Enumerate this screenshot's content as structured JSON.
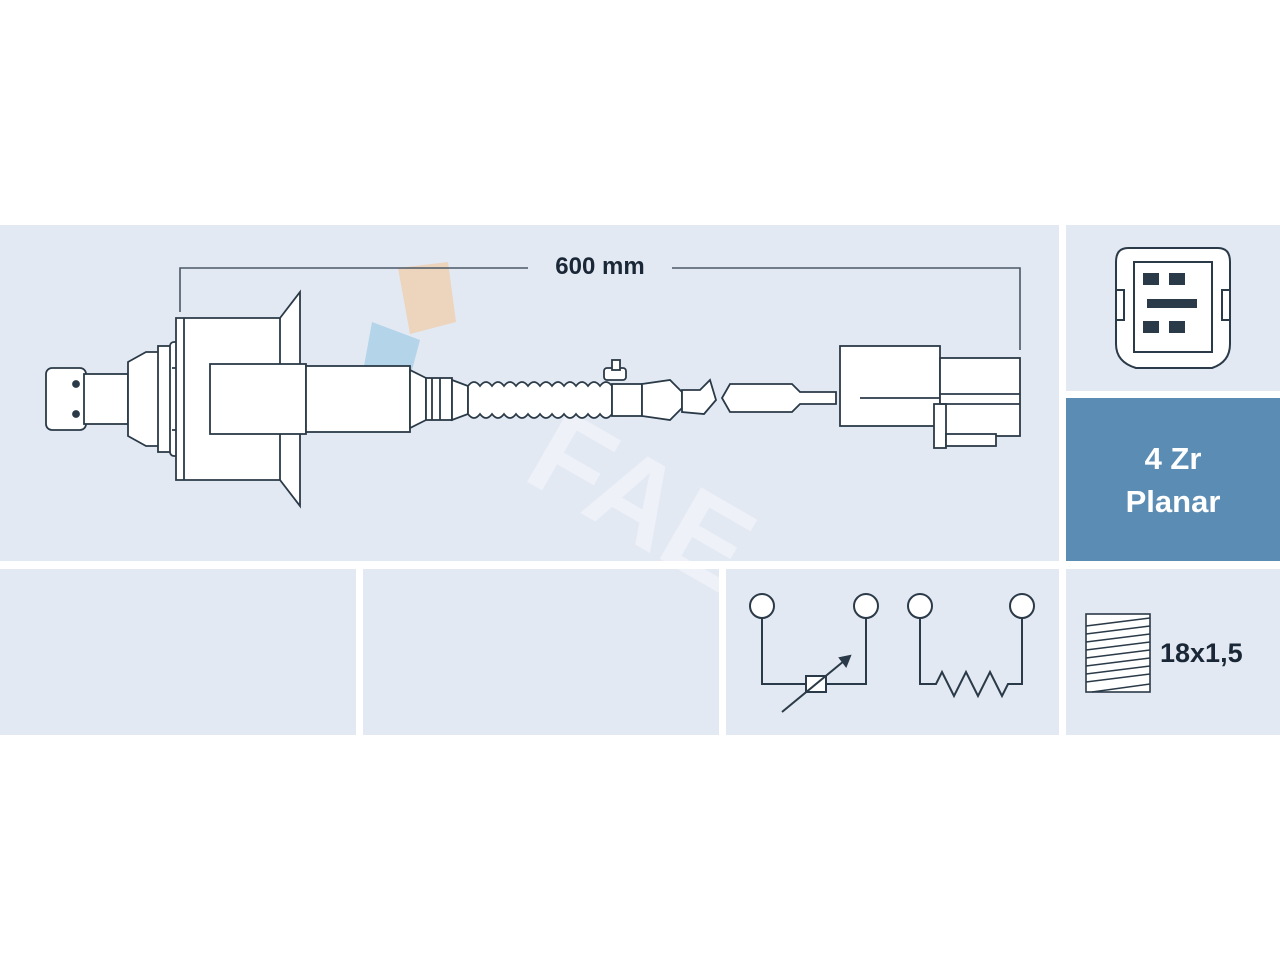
{
  "product": {
    "cable_length": "600 mm",
    "technology": {
      "line1": "4 Zr",
      "line2": "Planar"
    },
    "thread": "18x1,5",
    "wires": 4
  },
  "watermark": {
    "brand": "FAE"
  },
  "colors": {
    "panel_bg": "#e3e9f3",
    "badge_bg": "#5b8cb4",
    "line": "#1a2736",
    "watermark_orange": "#f4c490",
    "watermark_blue": "#8fc3e2"
  }
}
